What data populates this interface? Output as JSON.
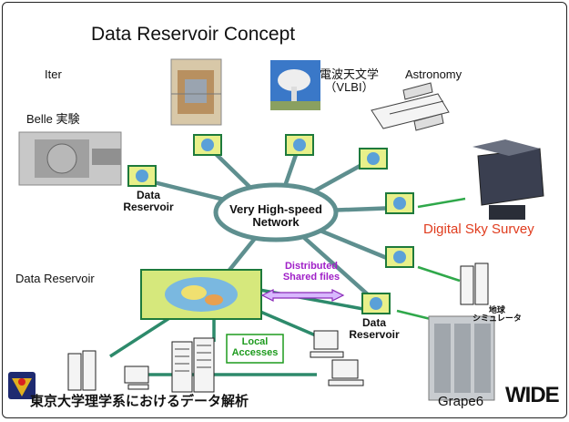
{
  "slide": {
    "title": "Data Reservoir Concept",
    "network_label": "Very High-speed Network",
    "labels": {
      "iter": "Iter",
      "belle": "Belle 実験",
      "radio": "電波天文学",
      "vlbi": "（VLBI）",
      "astronomy": "Astronomy",
      "digital_sky": "Digital Sky Survey",
      "reservoir_left": "Data Reservoir",
      "reservoir_main": "Data Reservoir",
      "reservoir_right": "Data Reservoir",
      "distributed": "Distributed Shared files",
      "local_accesses": "Local Accesses",
      "earth_sim_1": "地球",
      "earth_sim_2": "シミュレータ",
      "grape": "Grape6",
      "footer": "東京大学理学系におけるデータ解析",
      "wide_logo": "WIDE"
    },
    "colors": {
      "network": "#5e8f8f",
      "ellipse_stroke": "#5e8f8f",
      "digital_sky": "#e03c1e",
      "distributed": "#a020c8",
      "local_accesses": "#1e9b1e",
      "logo_red": "#d81020"
    }
  }
}
